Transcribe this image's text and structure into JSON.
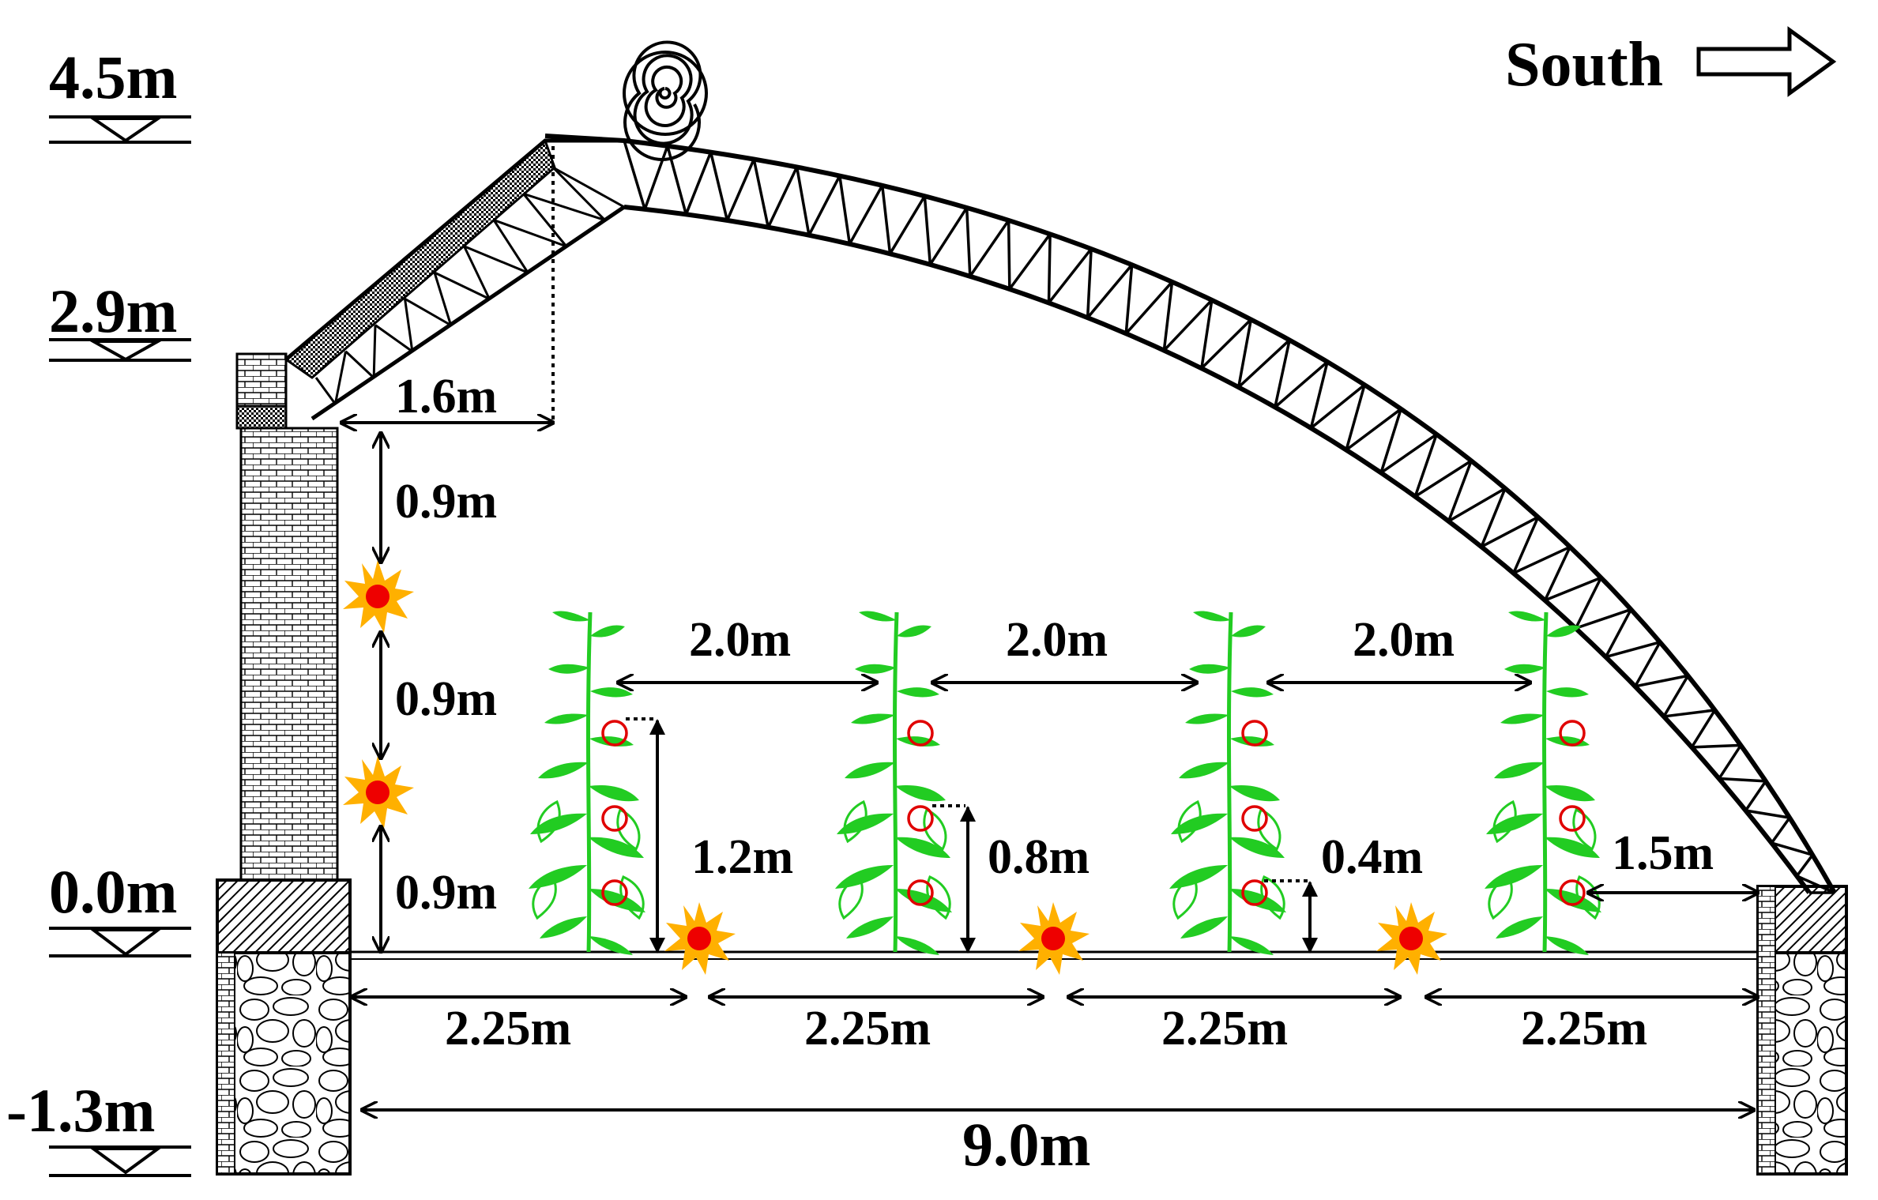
{
  "direction": {
    "label": "South"
  },
  "levels": [
    {
      "label": "4.5m",
      "value": 4.5
    },
    {
      "label": "2.9m",
      "value": 2.9
    },
    {
      "label": "0.0m",
      "value": 0.0
    },
    {
      "label": "-1.3m",
      "value": -1.3
    }
  ],
  "dimensions": {
    "ridge_offset": "1.6m",
    "north_wall_spacing": [
      "0.9m",
      "0.9m",
      "0.9m"
    ],
    "row_spacing": [
      "2.0m",
      "2.0m",
      "2.0m"
    ],
    "sensor_heights": [
      "1.2m",
      "0.8m",
      "0.4m"
    ],
    "south_clearance": "1.5m",
    "floor_segments": [
      "2.25m",
      "2.25m",
      "2.25m",
      "2.25m"
    ],
    "span": "9.0m"
  },
  "icons": {
    "roll": "straw-curtain-roll-icon",
    "sensor_light": "light-sensor-sun-icon",
    "sensor_air": "temperature-sensor-circle-icon",
    "plant": "tomato-plant-icon"
  },
  "colors": {
    "plant": "#22cc22",
    "sensor_ring": "#e00000",
    "sun_outer": "#ffb000",
    "sun_core": "#ee0000",
    "structure": "#000000"
  }
}
